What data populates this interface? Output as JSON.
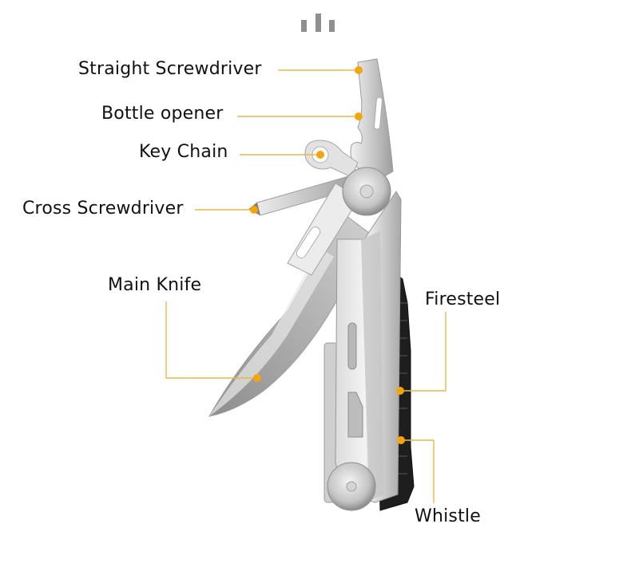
{
  "header": {
    "icon": "bar-chart-icon"
  },
  "colors": {
    "callout_line": "#e8b84a",
    "callout_dot": "#f5a50a",
    "label_text": "#111111",
    "steel_light": "#e6e6e6",
    "steel_mid": "#b9b9b9",
    "steel_dark": "#8e8e8e",
    "handle_black": "#1e1e1e"
  },
  "diagram": {
    "subject": "multitool",
    "labels": [
      {
        "id": "straight-screwdriver",
        "text": "Straight Screwdriver"
      },
      {
        "id": "bottle-opener",
        "text": "Bottle opener"
      },
      {
        "id": "key-chain",
        "text": "Key Chain"
      },
      {
        "id": "cross-screwdriver",
        "text": "Cross Screwdriver"
      },
      {
        "id": "main-knife",
        "text": "Main Knife"
      },
      {
        "id": "firesteel",
        "text": "Firesteel"
      },
      {
        "id": "whistle",
        "text": "Whistle"
      }
    ]
  }
}
